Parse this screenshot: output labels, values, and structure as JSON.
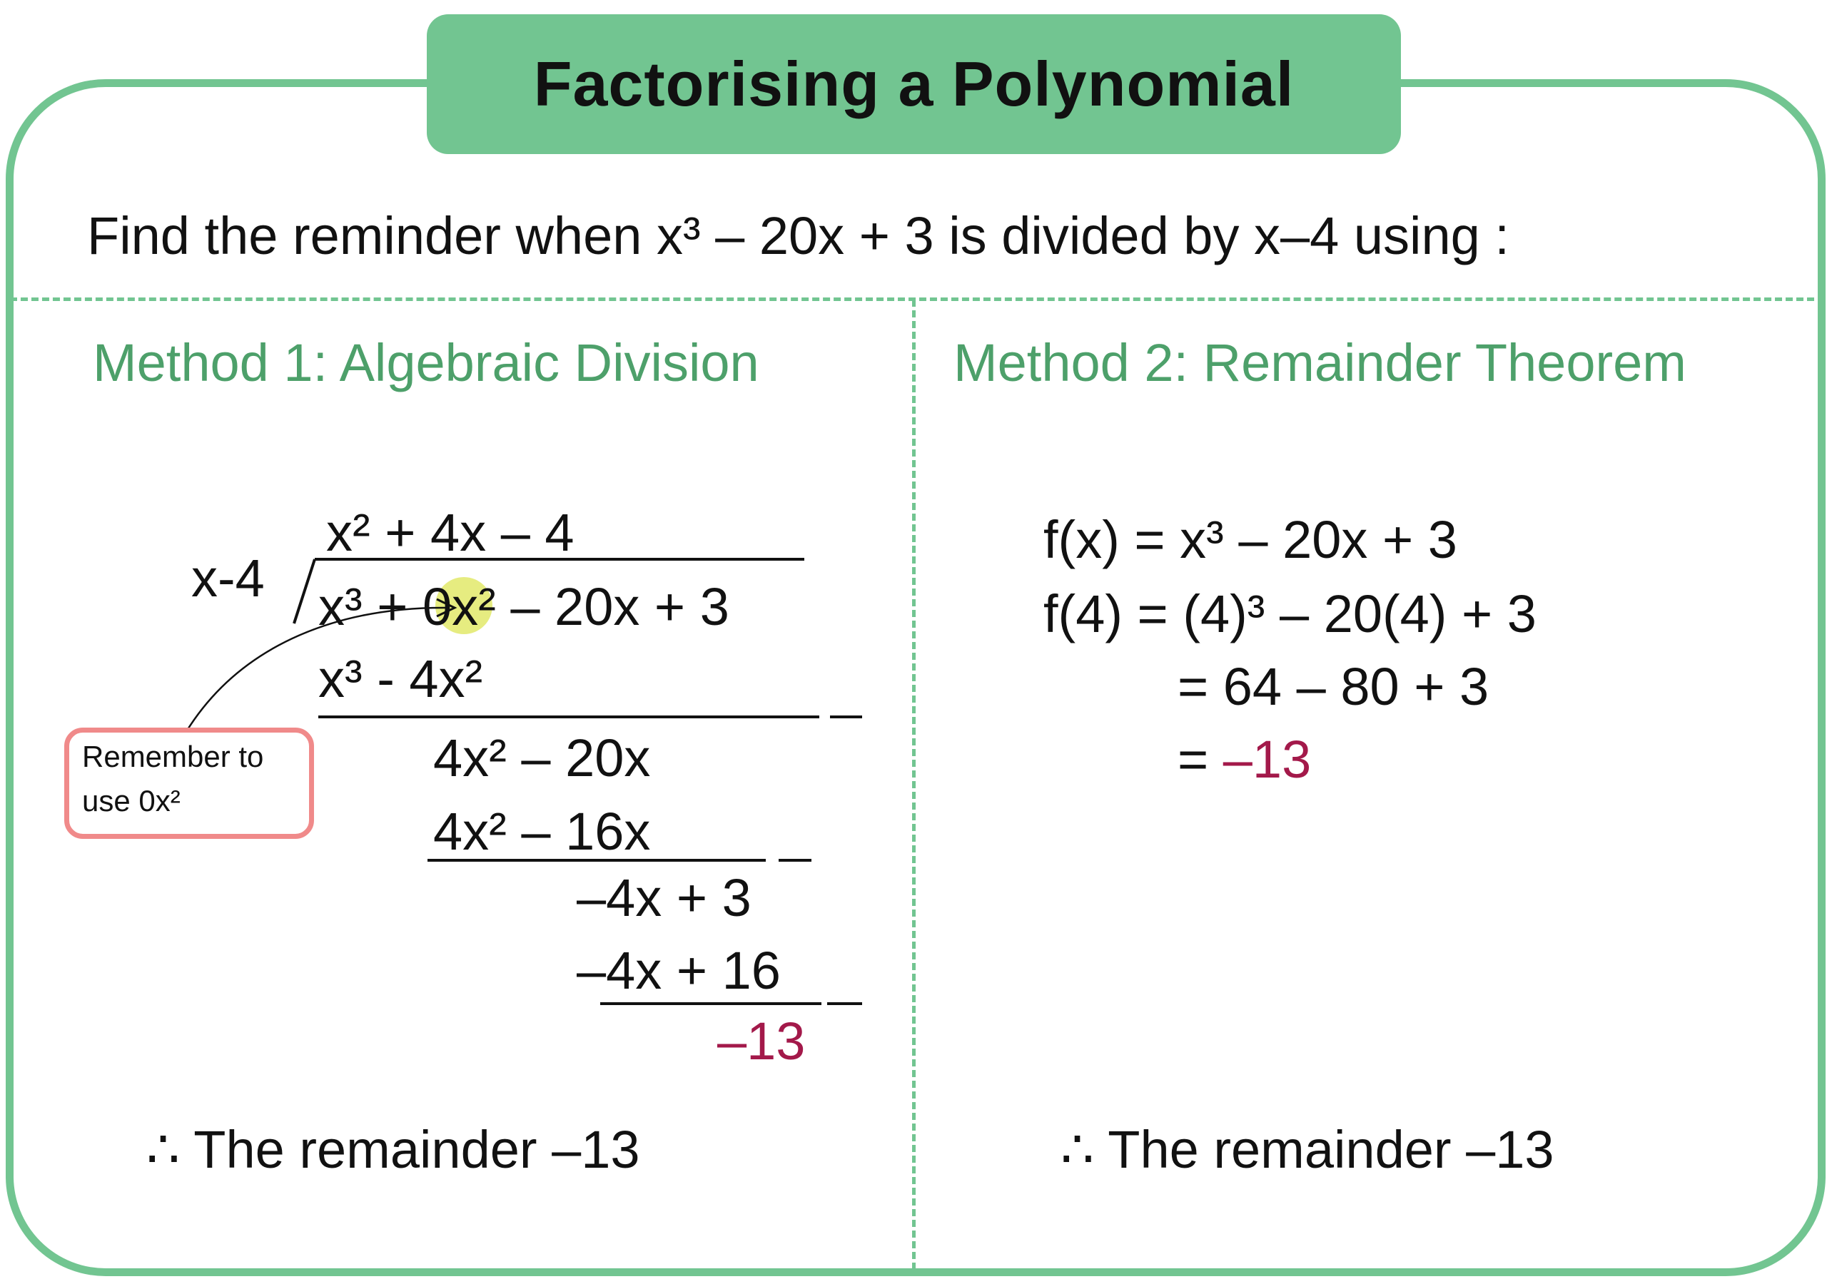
{
  "title": "Factorising a Polynomial",
  "question": "Find the reminder when x³ – 20x + 3 is divided by x–4 using :",
  "method1": {
    "heading": "Method 1: Algebraic Division",
    "divisor": "x-4",
    "quotient": "x² + 4x – 4",
    "dividend": "x³ + 0x² – 20x + 3",
    "steps": [
      "x³ - 4x²",
      "4x² – 20x",
      "4x² – 16x",
      "–4x + 3",
      "–4x + 16"
    ],
    "minus_sign": "–",
    "remainder": "–13",
    "note_line1": "Remember to",
    "note_line2": "use 0x²",
    "conclusion": "∴ The remainder –13"
  },
  "method2": {
    "heading": "Method 2: Remainder Theorem",
    "lines": [
      "f(x) = x³ – 20x + 3",
      "f(4) = (4)³ – 20(4) + 3",
      "= 64 – 80 + 3",
      "= "
    ],
    "result": "–13",
    "conclusion": "∴ The remainder –13"
  },
  "colors": {
    "green": "#72c591",
    "heading_green": "#4da06a",
    "red": "#a3194a",
    "note_border": "#f08a8a",
    "highlight": "#e6ec80"
  }
}
